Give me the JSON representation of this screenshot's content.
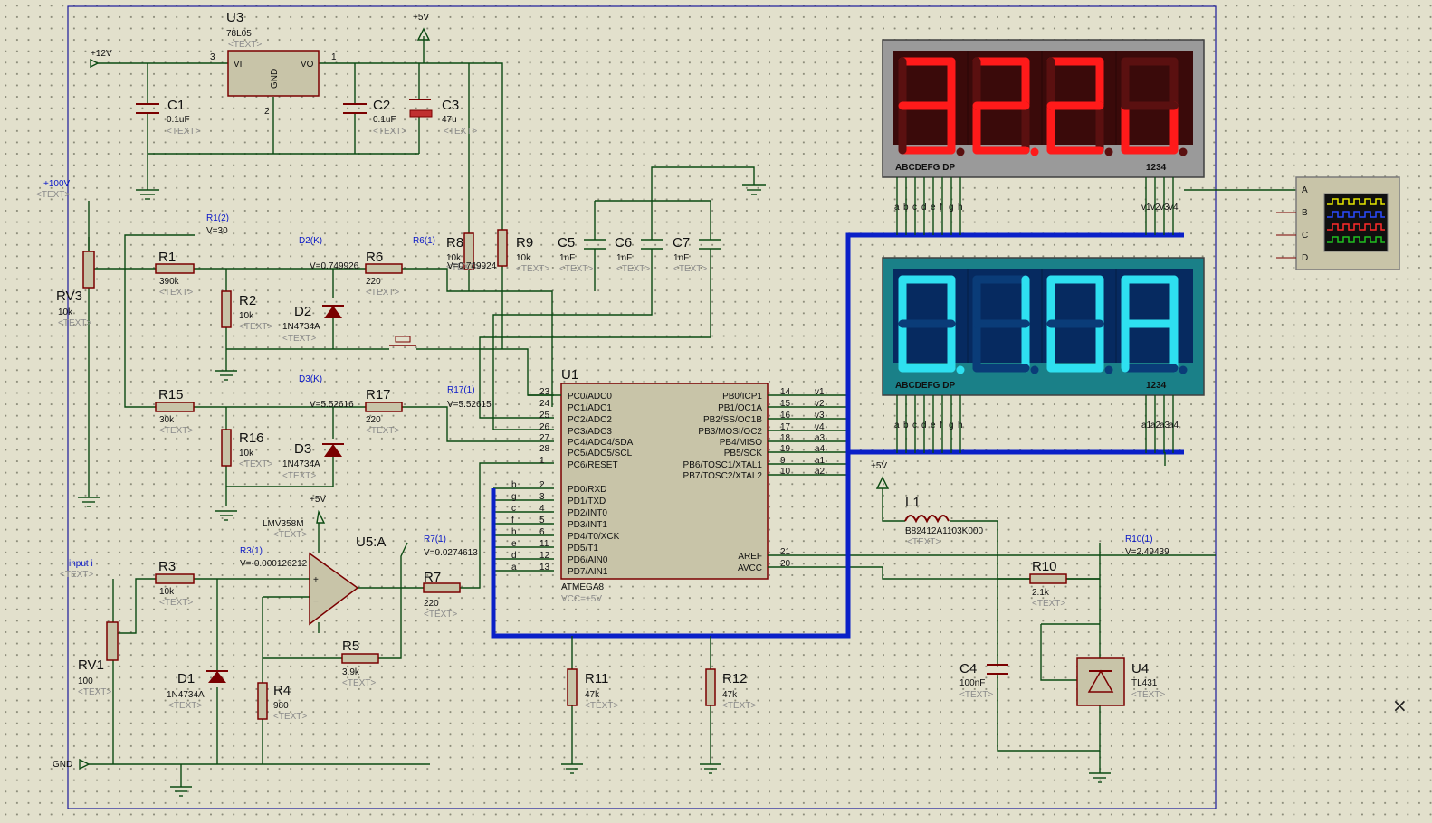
{
  "components": [
    {
      "ref": "U3",
      "value": "78L05",
      "text": "<TEXT>"
    },
    {
      "ref": "C1",
      "value": "0.1uF",
      "text": "<TEXT>"
    },
    {
      "ref": "C2",
      "value": "0.1uF",
      "text": "<TEXT>"
    },
    {
      "ref": "C3",
      "value": "47u",
      "text": "<TEXT>"
    },
    {
      "ref": "R1",
      "value": "390k",
      "text": "<TEXT>"
    },
    {
      "ref": "R2",
      "value": "10k",
      "text": "<TEXT>"
    },
    {
      "ref": "D2",
      "value": "1N4734A",
      "text": "<TEXT>"
    },
    {
      "ref": "R6",
      "value": "220",
      "text": "<TEXT>"
    },
    {
      "ref": "R8",
      "value": "10k",
      "text": "<TEXT>"
    },
    {
      "ref": "R9",
      "value": "10k",
      "text": "<TEXT>"
    },
    {
      "ref": "C5",
      "value": "1nF",
      "text": "<TEXT>"
    },
    {
      "ref": "C6",
      "value": "1nF",
      "text": "<TEXT>"
    },
    {
      "ref": "C7",
      "value": "1nF",
      "text": "<TEXT>"
    },
    {
      "ref": "RV3",
      "value": "10k",
      "text": "<TEXT>"
    },
    {
      "ref": "R15",
      "value": "30k",
      "text": "<TEXT>"
    },
    {
      "ref": "R16",
      "value": "10k",
      "text": "<TEXT>"
    },
    {
      "ref": "D3",
      "value": "1N4734A",
      "text": "<TEXT>"
    },
    {
      "ref": "R17",
      "value": "220",
      "text": "<TEXT>"
    },
    {
      "ref": "U1",
      "value": "ATMEGA8",
      "text": "VCC=+5V"
    },
    {
      "ref": "U5:A",
      "value": "LMV358M",
      "text": "<TEXT>"
    },
    {
      "ref": "R3",
      "value": "10k",
      "text": "<TEXT>"
    },
    {
      "ref": "R7",
      "value": "220",
      "text": "<TEXT>"
    },
    {
      "ref": "R5",
      "value": "3.9k",
      "text": "<TEXT>"
    },
    {
      "ref": "R4",
      "value": "980",
      "text": "<TEXT>"
    },
    {
      "ref": "D1",
      "value": "1N4734A",
      "text": "<TEXT>"
    },
    {
      "ref": "RV1",
      "value": "100",
      "text": "<TEXT>"
    },
    {
      "ref": "R11",
      "value": "47k",
      "text": "<TEXT>"
    },
    {
      "ref": "R12",
      "value": "47k",
      "text": "<TEXT>"
    },
    {
      "ref": "L1",
      "value": "B82412A1103K000",
      "text": "<TEXT>"
    },
    {
      "ref": "R10",
      "value": "2.1k",
      "text": "<TEXT>"
    },
    {
      "ref": "C4",
      "value": "100nF",
      "text": "<TEXT>"
    },
    {
      "ref": "U4",
      "value": "TL431",
      "text": "<TEXT>"
    }
  ],
  "power": {
    "p12": "+12V",
    "p5": "+5V",
    "p100": "+100V",
    "input_i": "input i",
    "gnd": "GND",
    "text": "<TEXT>"
  },
  "probes": [
    {
      "name": "R1(2)",
      "value": "V=30"
    },
    {
      "name": "D2(K)",
      "value": "V=0.749926"
    },
    {
      "name": "R6(1)",
      "value": "V=0.749924"
    },
    {
      "name": "D3(K)",
      "value": "V=5.52616"
    },
    {
      "name": "R17(1)",
      "value": "V=5.52615"
    },
    {
      "name": "R3(1)",
      "value": "V=-0.000126212"
    },
    {
      "name": "R7(1)",
      "value": "V=0.0274613"
    },
    {
      "name": "R10(1)",
      "value": "V=2.49439"
    }
  ],
  "mcu": {
    "left_pins": [
      {
        "num": "23",
        "name": "PC0/ADC0"
      },
      {
        "num": "24",
        "name": "PC1/ADC1"
      },
      {
        "num": "25",
        "name": "PC2/ADC2"
      },
      {
        "num": "26",
        "name": "PC3/ADC3"
      },
      {
        "num": "27",
        "name": "PC4/ADC4/SDA"
      },
      {
        "num": "28",
        "name": "PC5/ADC5/SCL"
      },
      {
        "num": "1",
        "name": "PC6/RESET"
      },
      {
        "num": "2",
        "name": "PD0/RXD",
        "net": "b"
      },
      {
        "num": "3",
        "name": "PD1/TXD",
        "net": "g"
      },
      {
        "num": "4",
        "name": "PD2/INT0",
        "net": "c"
      },
      {
        "num": "5",
        "name": "PD3/INT1",
        "net": "f"
      },
      {
        "num": "6",
        "name": "PD4/T0/XCK",
        "net": "h"
      },
      {
        "num": "11",
        "name": "PD5/T1",
        "net": "e"
      },
      {
        "num": "12",
        "name": "PD6/AIN0",
        "net": "d"
      },
      {
        "num": "13",
        "name": "PD7/AIN1",
        "net": "a"
      }
    ],
    "right_pins": [
      {
        "num": "14",
        "name": "PB0/ICP1",
        "net": "v1"
      },
      {
        "num": "15",
        "name": "PB1/OC1A",
        "net": "v2"
      },
      {
        "num": "16",
        "name": "PB2/SS/OC1B",
        "net": "v3"
      },
      {
        "num": "17",
        "name": "PB3/MOSI/OC2",
        "net": "v4"
      },
      {
        "num": "18",
        "name": "PB4/MISO",
        "net": "a3"
      },
      {
        "num": "19",
        "name": "PB5/SCK",
        "net": "a4"
      },
      {
        "num": "9",
        "name": "PB6/TOSC1/XTAL1",
        "net": "a1"
      },
      {
        "num": "10",
        "name": "PB7/TOSC2/XTAL2",
        "net": "a2"
      },
      {
        "num": "21",
        "name": "AREF"
      },
      {
        "num": "20",
        "name": "AVCC"
      }
    ]
  },
  "display_voltage": {
    "digits": [
      "3",
      "2",
      "2",
      "u"
    ],
    "seg_label": "ABCDEFG  DP",
    "com_label": "1234",
    "pins": [
      "a",
      "b",
      "c",
      "d",
      "e",
      "f",
      "g",
      "h"
    ],
    "coms": [
      "v1",
      "v2",
      "v3",
      "v4"
    ],
    "color_on": "#ff1a1a",
    "color_off": "#5a1010",
    "bg": "#3a0a0a",
    "frame": "#9a9a9a"
  },
  "display_current": {
    "digits": [
      "0",
      "1",
      "0",
      "A"
    ],
    "seg_label": "ABCDEFG  DP",
    "com_label": "1234",
    "pins": [
      "a",
      "b",
      "c",
      "d",
      "e",
      "f",
      "g",
      "h"
    ],
    "coms": [
      "a1",
      "a2",
      "a3",
      "a4"
    ],
    "color_on": "#2ee0f0",
    "color_off": "#0a3c78",
    "bg": "#062a60",
    "frame": "#1a8088"
  },
  "scope": {
    "channels": [
      "A",
      "B",
      "C",
      "D"
    ]
  },
  "close_glyph": "×"
}
